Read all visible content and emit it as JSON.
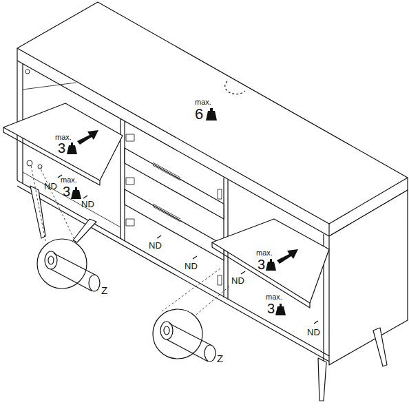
{
  "diagram": {
    "labels": [
      "max.",
      "6",
      "max.",
      "3",
      "max.",
      "3",
      "max.",
      "3",
      "max.",
      "3",
      "ND",
      "ND",
      "ND",
      "ND",
      "ND",
      "ND",
      "Z",
      "Z"
    ]
  }
}
